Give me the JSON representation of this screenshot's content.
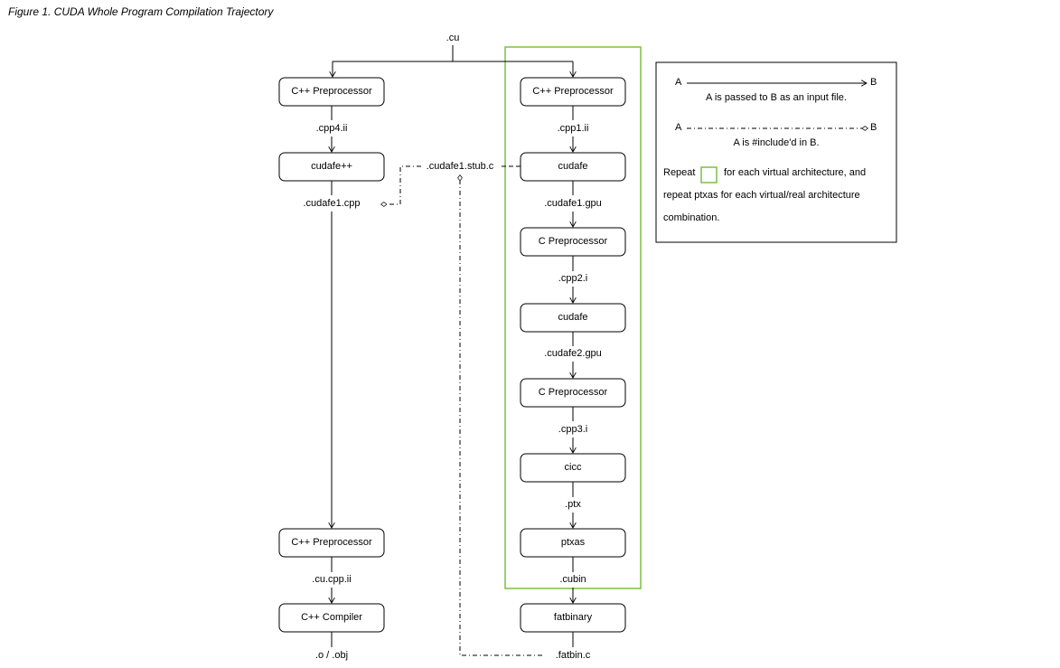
{
  "caption": "Figure 1. CUDA Whole Program Compilation Trajectory",
  "input_file": ".cu",
  "nodes": {
    "host_preprocessor": "C++ Preprocessor",
    "cudafe_pp": "cudafe++",
    "host_preprocessor_2": "C++ Preprocessor",
    "host_compiler": "C++ Compiler",
    "device_preprocessor": "C++ Preprocessor",
    "cudafe_1": "cudafe",
    "c_preprocessor_1": "C Preprocessor",
    "cudafe_2": "cudafe",
    "c_preprocessor_2": "C Preprocessor",
    "cicc": "cicc",
    "ptxas": "ptxas",
    "fatbinary": "fatbinary"
  },
  "files": {
    "cpp4_ii": ".cpp4.ii",
    "cudafe1_cpp": ".cudafe1.cpp",
    "cu_cpp_ii": ".cu.cpp.ii",
    "o_obj": ".o / .obj",
    "cudafe1_stub_c": ".cudafe1.stub.c",
    "cpp1_ii": ".cpp1.ii",
    "cudafe1_gpu": ".cudafe1.gpu",
    "cpp2_i": ".cpp2.i",
    "cudafe2_gpu": ".cudafe2.gpu",
    "cpp3_i": ".cpp3.i",
    "ptx": ".ptx",
    "cubin": ".cubin",
    "fatbin_c": ".fatbin.c"
  },
  "legend": {
    "a_label": "A",
    "b_label": "B",
    "input_desc": "A is passed to B as an input file.",
    "include_desc": "A is #include'd in B.",
    "repeat_prefix": "Repeat",
    "repeat_line1": "for each virtual architecture, and",
    "repeat_line2": "repeat ptxas for each virtual/real architecture",
    "repeat_line3": "combination."
  },
  "colors": {
    "repeat_box": "#7ac143",
    "line": "#000000"
  }
}
